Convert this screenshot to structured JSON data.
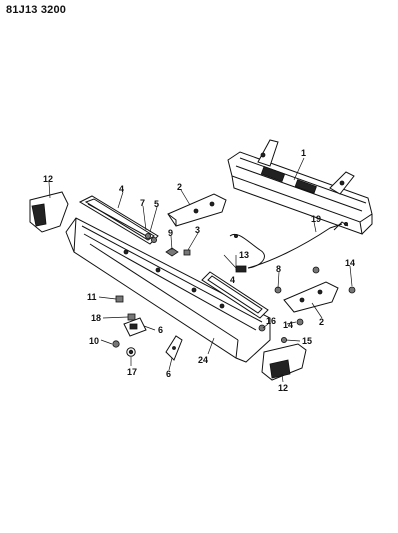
{
  "document_id": "81J13 3200",
  "callouts": [
    {
      "id": "c1",
      "text": "1"
    },
    {
      "id": "c2a",
      "text": "2"
    },
    {
      "id": "c2b",
      "text": "2"
    },
    {
      "id": "c3",
      "text": "3"
    },
    {
      "id": "c4a",
      "text": "4"
    },
    {
      "id": "c4b",
      "text": "4"
    },
    {
      "id": "c5",
      "text": "5"
    },
    {
      "id": "c6a",
      "text": "6"
    },
    {
      "id": "c6b",
      "text": "6"
    },
    {
      "id": "c7",
      "text": "7"
    },
    {
      "id": "c8",
      "text": "8"
    },
    {
      "id": "c9",
      "text": "9"
    },
    {
      "id": "c10",
      "text": "10"
    },
    {
      "id": "c11",
      "text": "11"
    },
    {
      "id": "c12a",
      "text": "12"
    },
    {
      "id": "c12b",
      "text": "12"
    },
    {
      "id": "c13",
      "text": "13"
    },
    {
      "id": "c14a",
      "text": "14"
    },
    {
      "id": "c14b",
      "text": "14"
    },
    {
      "id": "c15",
      "text": "15"
    },
    {
      "id": "c16",
      "text": "16"
    },
    {
      "id": "c17",
      "text": "17"
    },
    {
      "id": "c18",
      "text": "18"
    },
    {
      "id": "c19",
      "text": "19"
    },
    {
      "id": "c24",
      "text": "24"
    }
  ]
}
